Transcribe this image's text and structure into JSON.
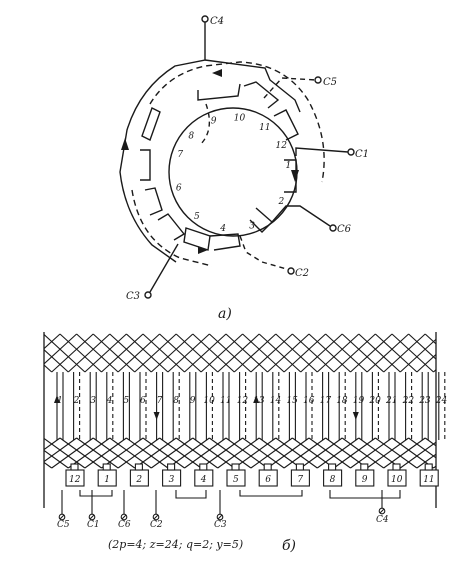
{
  "figure_a": {
    "slots": [
      "1",
      "2",
      "3",
      "4",
      "5",
      "6",
      "7",
      "8",
      "9",
      "10",
      "11",
      "12"
    ],
    "terminals": {
      "c1": "C1",
      "c2": "C2",
      "c3": "C3",
      "c4": "C4",
      "c5": "C5",
      "c6": "C6"
    },
    "caption": "а)"
  },
  "figure_b": {
    "slots": [
      "1",
      "2",
      "3",
      "4",
      "5",
      "6",
      "7",
      "8",
      "9",
      "10",
      "11",
      "12",
      "13",
      "14",
      "15",
      "16",
      "17",
      "18",
      "19",
      "20",
      "21",
      "22",
      "23",
      "24"
    ],
    "coils": [
      "12",
      "1",
      "2",
      "3",
      "4",
      "5",
      "6",
      "7",
      "8",
      "9",
      "10",
      "11"
    ],
    "terminals": {
      "c5": "C5",
      "c1": "C1",
      "c6": "C6",
      "c2": "C2",
      "c3": "C3",
      "c4": "C4"
    },
    "formula": "(2p=4; z=24; q=2; y=5)",
    "caption": "б)"
  },
  "colors": {
    "ink": "#1a1a1a",
    "paper": "#ffffff"
  }
}
